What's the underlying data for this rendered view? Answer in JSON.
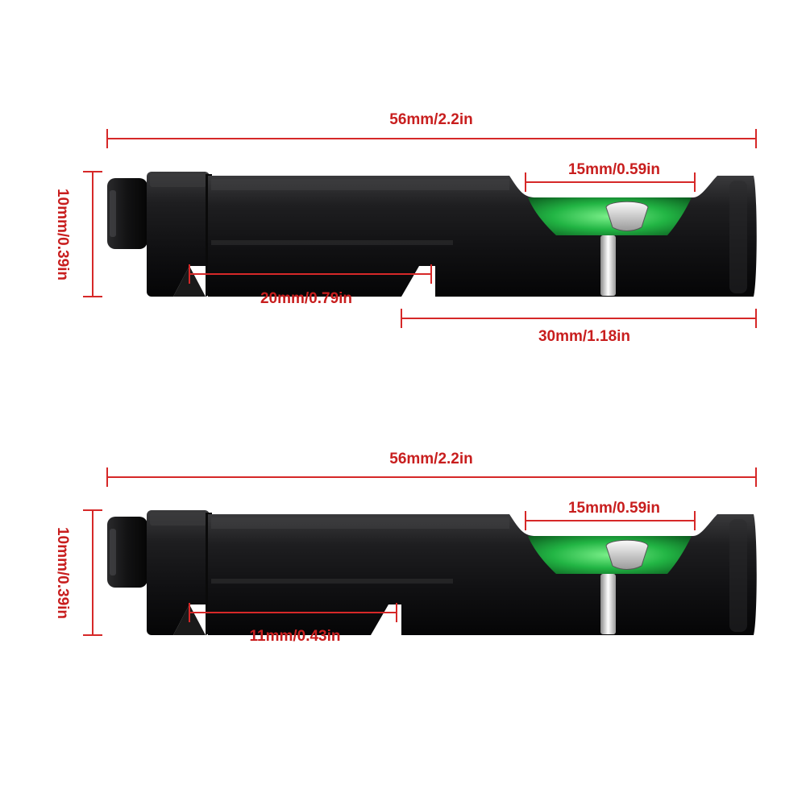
{
  "colors": {
    "dimension": "#d62828",
    "body": "#1d1d1f",
    "bubble_vial": "#1fae3c",
    "background": "#ffffff"
  },
  "levels": [
    {
      "total_length": "56mm/2.2in",
      "height": "10mm/0.39in",
      "vial_length": "15mm/0.59in",
      "clamp_gap": "20mm/0.79in",
      "flat_length": "30mm/1.18in"
    },
    {
      "total_length": "56mm/2.2in",
      "height": "10mm/0.39in",
      "vial_length": "15mm/0.59in",
      "clamp_gap": "11mm/0.43in"
    }
  ]
}
